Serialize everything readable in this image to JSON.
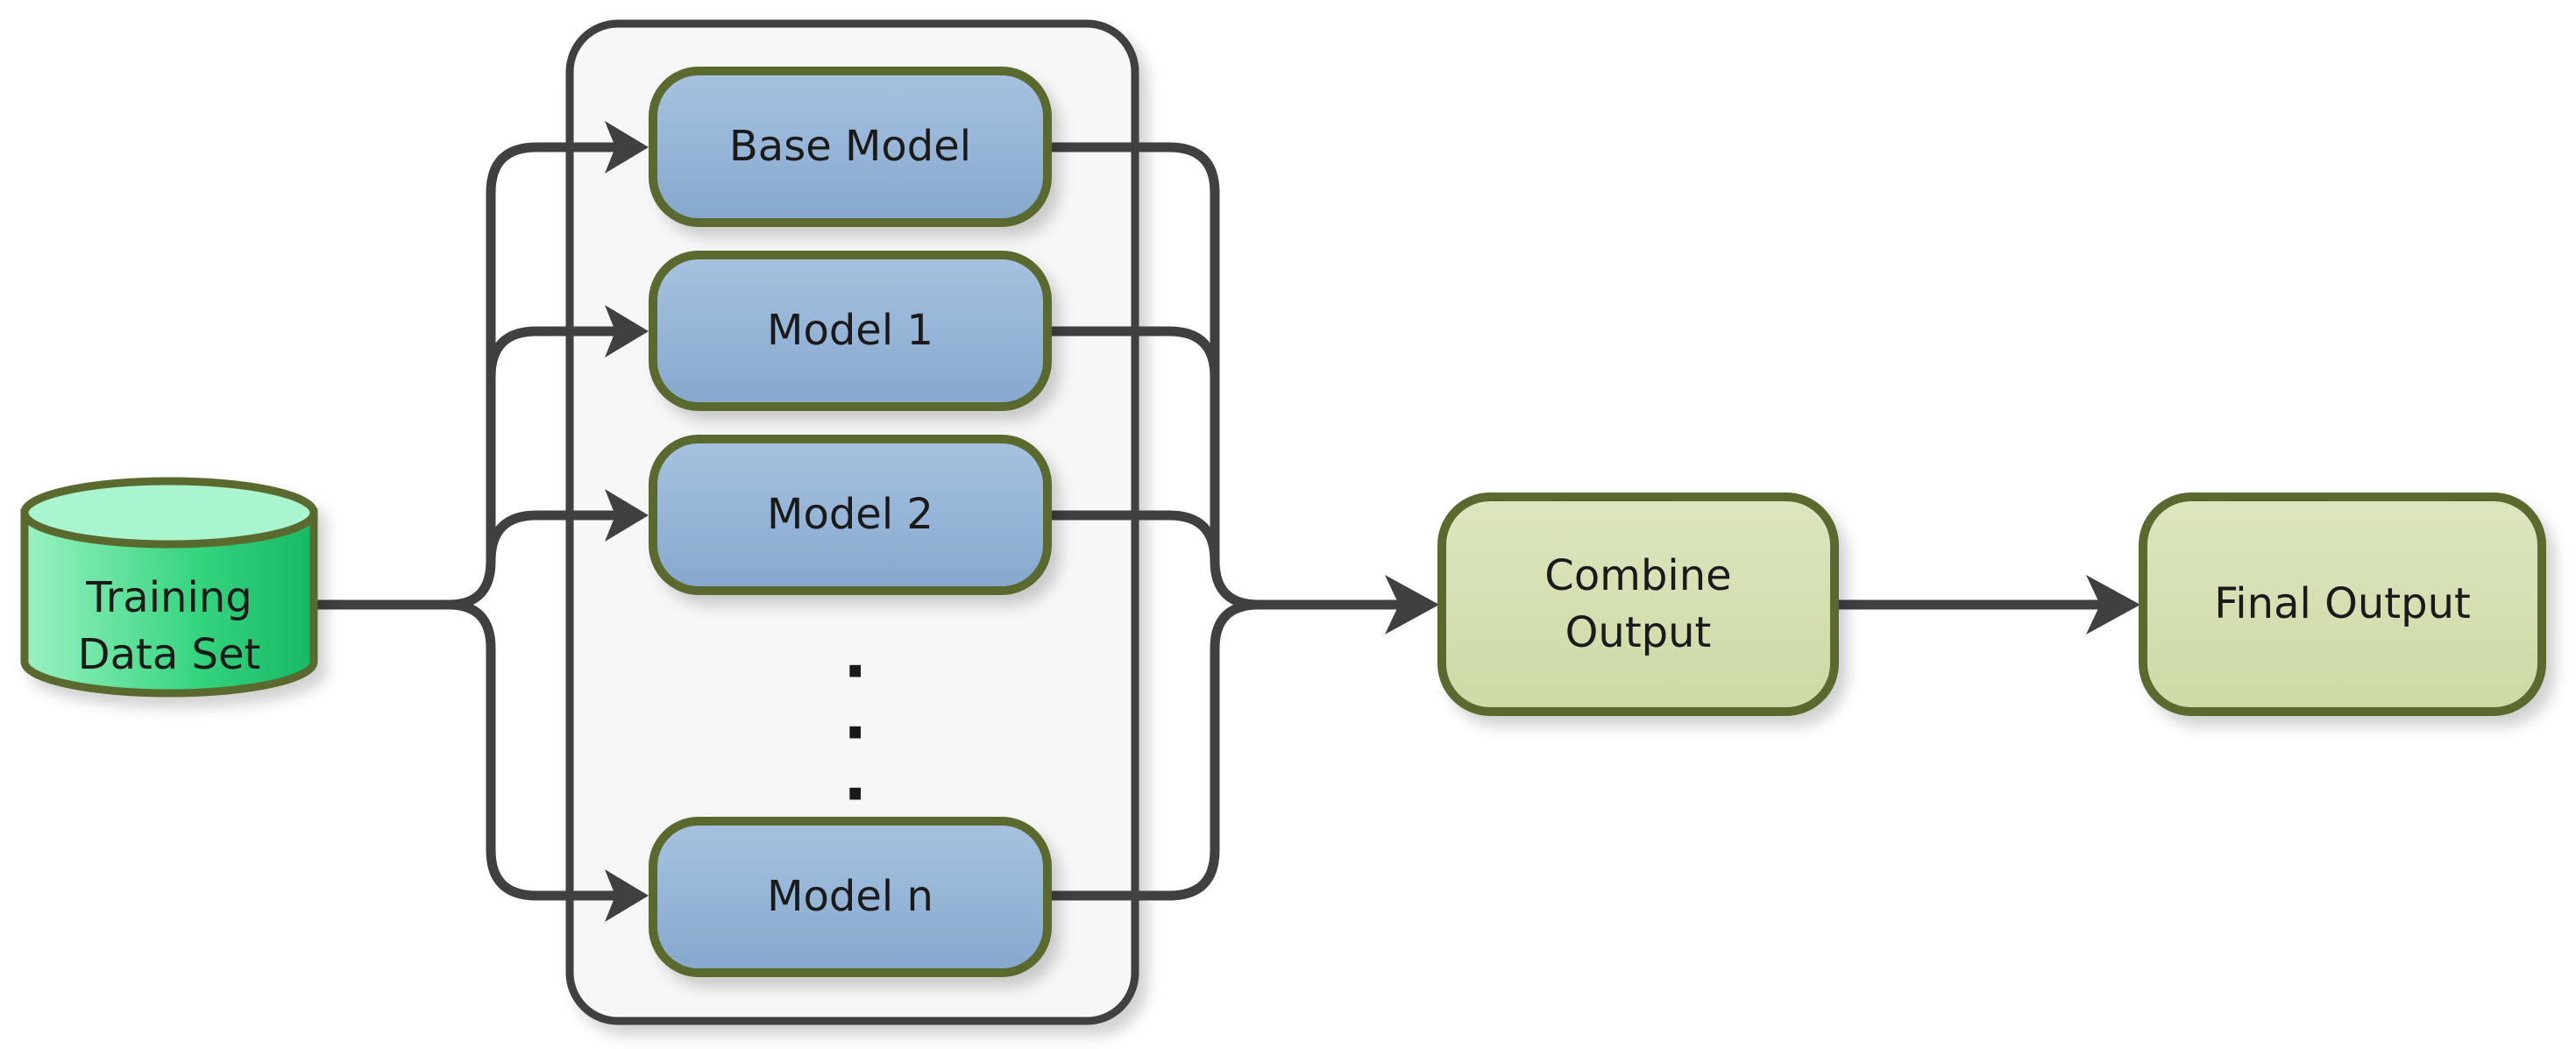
{
  "nodes": {
    "training_data": "Training\nData Set",
    "base_model": "Base Model",
    "model_1": "Model 1",
    "model_2": "Model 2",
    "model_n": "Model n",
    "combine_output": "Combine\nOutput",
    "final_output": "Final Output"
  },
  "colors": {
    "connector": "#404040",
    "model_fill": "#8fb0d4",
    "model_border": "#5a6b2e",
    "output_fill": "#d3deaf",
    "output_border": "#5a6b2e",
    "database_fill": "#2fd17a",
    "database_top": "#a8f5d0",
    "container_border": "#404040",
    "container_fill": "#f7f7f7"
  }
}
